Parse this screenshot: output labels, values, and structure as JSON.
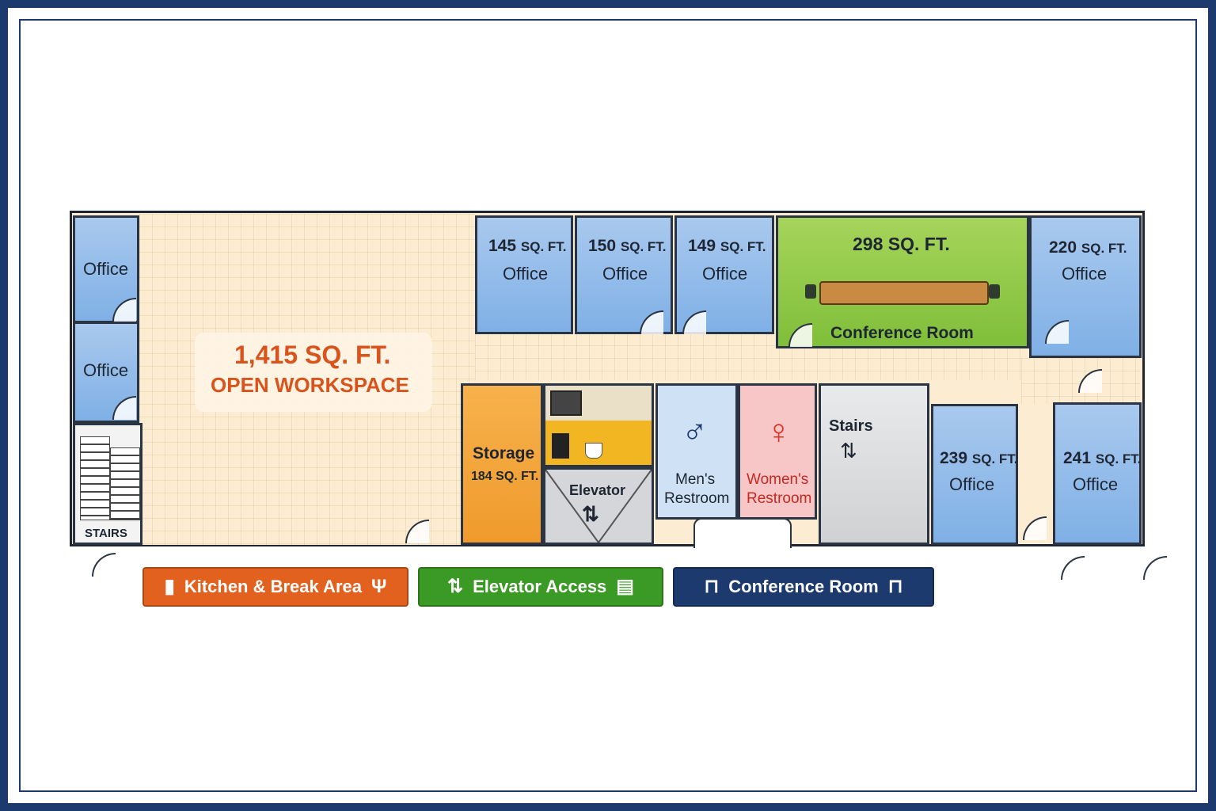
{
  "open_workspace": {
    "area": "1,415 SQ. FT.",
    "label": "OPEN WORKSPACE"
  },
  "offices": {
    "left_top": {
      "label": "Office"
    },
    "left_mid": {
      "label": "Office"
    },
    "o145": {
      "area": "145",
      "unit": "SQ. FT.",
      "label": "Office"
    },
    "o150": {
      "area": "150",
      "unit": "SQ. FT.",
      "label": "Office"
    },
    "o149": {
      "area": "149",
      "unit": "SQ. FT.",
      "label": "Office"
    },
    "o220": {
      "area": "220",
      "unit": "SQ. FT.",
      "label": "Office"
    },
    "o239": {
      "area": "239",
      "unit": "SQ. FT.",
      "label": "Office"
    },
    "o241": {
      "area": "241",
      "unit": "SQ. FT.",
      "label": "Office"
    }
  },
  "conference": {
    "area": "298 SQ. FT.",
    "label": "Conference Room"
  },
  "storage": {
    "label": "Storage",
    "area": "184 SQ. FT."
  },
  "elevator": {
    "label": "Elevator"
  },
  "restrooms": {
    "men": {
      "line1": "Men's",
      "line2": "Restroom"
    },
    "women": {
      "line1": "Women's",
      "line2": "Restroom"
    }
  },
  "stairs_right": {
    "label": "Stairs"
  },
  "stairs_left": {
    "label": "STAIRS"
  },
  "legend": [
    {
      "label": "Kitchen & Break Area",
      "color": "#e2611f",
      "icon": "utensils-icon"
    },
    {
      "label": "Elevator Access",
      "color": "#3b9a25",
      "icon": "elevator-icon"
    },
    {
      "label": "Conference Room",
      "color": "#1d3a6e",
      "icon": "conference-table-icon"
    }
  ],
  "colors": {
    "office": "#8cb9ea",
    "open": "#fbecd2",
    "conference": "#8cc63f",
    "storage": "#f4a33b",
    "elevator": "#d4d6d9",
    "men": "#cfe1f5",
    "women": "#f7c6c6",
    "accent_orange": "#d9541c"
  }
}
